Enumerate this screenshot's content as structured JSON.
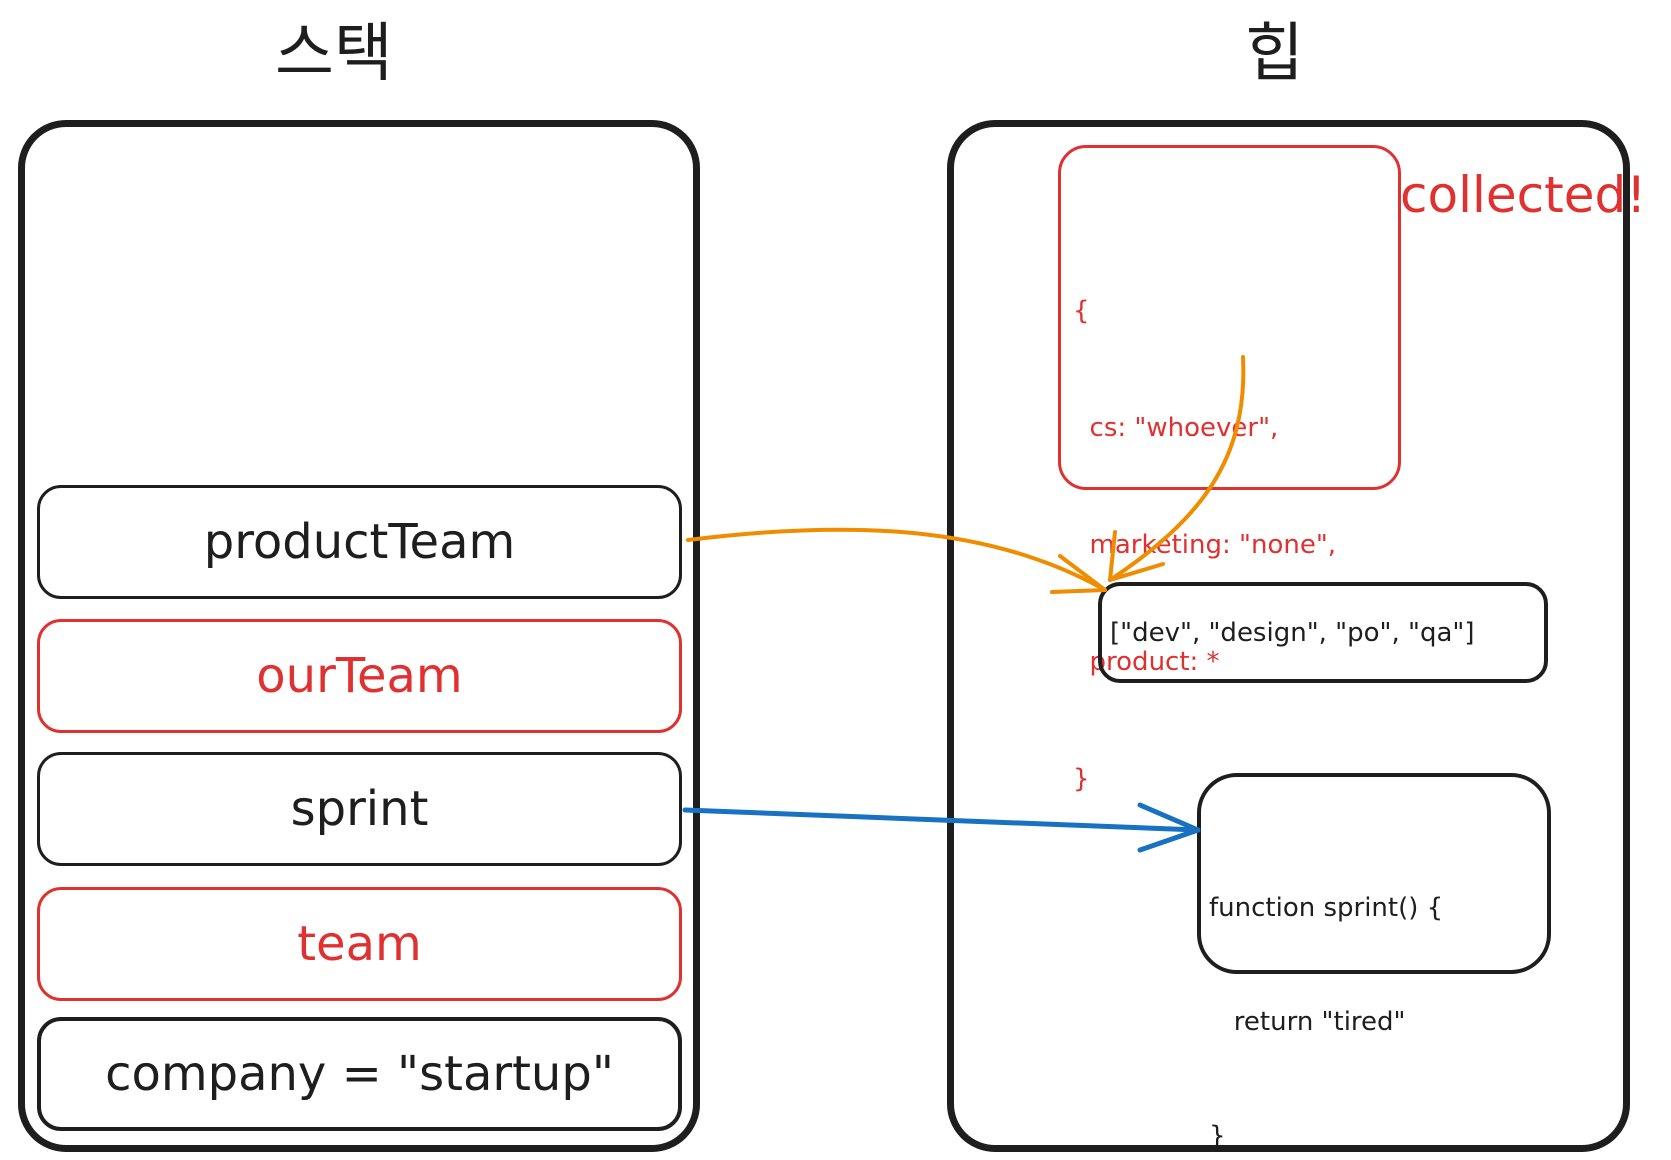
{
  "titles": {
    "stack": "스택",
    "heap": "힙"
  },
  "stack": {
    "slots": [
      {
        "label": "productTeam",
        "color": "#1e1e1e"
      },
      {
        "label": "ourTeam",
        "color": "#e03131"
      },
      {
        "label": "sprint",
        "color": "#1e1e1e"
      },
      {
        "label": "team",
        "color": "#e03131"
      },
      {
        "label": "company = \"startup\"",
        "color": "#1e1e1e"
      }
    ]
  },
  "heap": {
    "collected_object": {
      "lines": [
        "{",
        "  cs: \"whoever\",",
        "  marketing: \"none\",",
        "  product: *",
        "}"
      ],
      "color": "#e03131"
    },
    "collected_label": "collected!",
    "array_object": {
      "text": "[\"dev\", \"design\", \"po\", \"qa\"]"
    },
    "function_object": {
      "lines": [
        "function sprint() {",
        "   return \"tired\"",
        "}"
      ]
    }
  },
  "colors": {
    "ink": "#1e1e1e",
    "red": "#e03131",
    "orange": "#f08c00",
    "blue": "#1971c2"
  }
}
